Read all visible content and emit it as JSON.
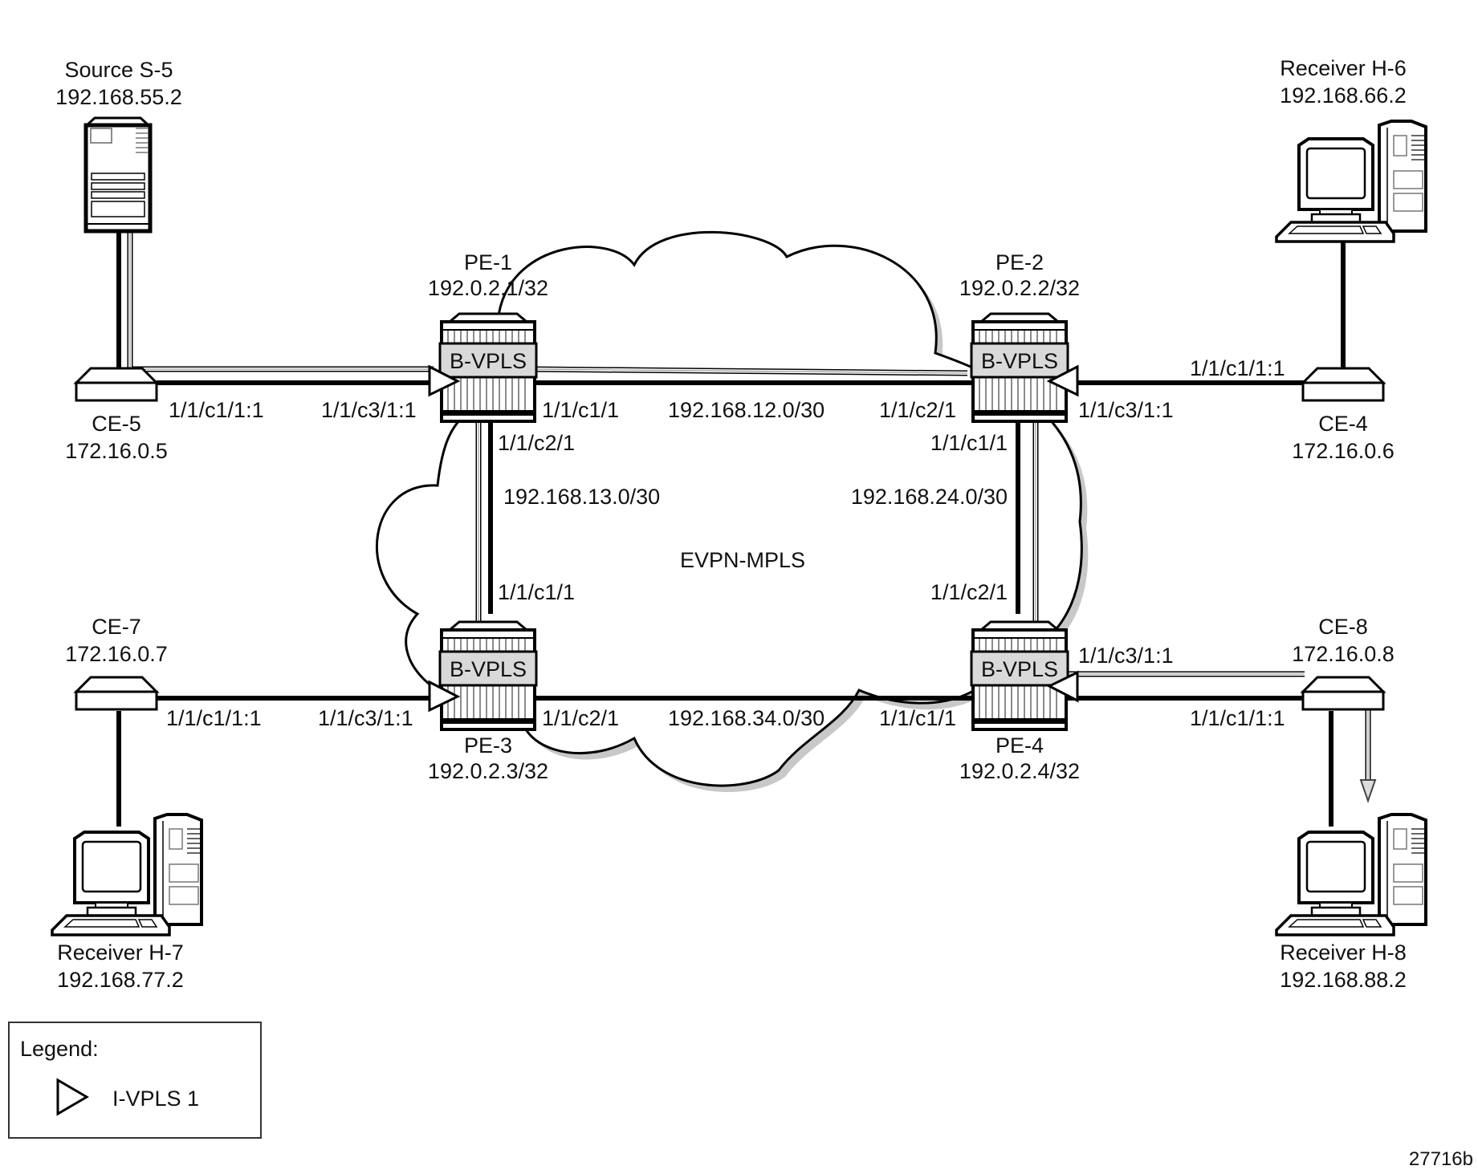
{
  "diagram": {
    "figure_id": "27716b",
    "cloud_label": "EVPN-MPLS",
    "service_box_label": "B-VPLS",
    "colors": {
      "line": "#000000",
      "service_box_fill": "#d9d9d9",
      "multicast_path": "#999999",
      "cloud_shadow": "#c8c8c8"
    }
  },
  "nodes": {
    "source_s5": {
      "name": "Source S-5",
      "address": "192.168.55.2",
      "icon": "server-icon"
    },
    "receiver_h6": {
      "name": "Receiver H-6",
      "address": "192.168.66.2",
      "icon": "workstation-icon"
    },
    "receiver_h7": {
      "name": "Receiver H-7",
      "address": "192.168.77.2",
      "icon": "workstation-icon"
    },
    "receiver_h8": {
      "name": "Receiver H-8",
      "address": "192.168.88.2",
      "icon": "workstation-icon"
    },
    "ce5": {
      "name": "CE-5",
      "address": "172.16.0.5",
      "icon": "switch-icon"
    },
    "ce4": {
      "name": "CE-4",
      "address": "172.16.0.6",
      "icon": "switch-icon"
    },
    "ce7": {
      "name": "CE-7",
      "address": "172.16.0.7",
      "icon": "switch-icon"
    },
    "ce8": {
      "name": "CE-8",
      "address": "172.16.0.8",
      "icon": "switch-icon"
    },
    "pe1": {
      "name": "PE-1",
      "address": "192.0.2.1/32",
      "icon": "router-icon"
    },
    "pe2": {
      "name": "PE-2",
      "address": "192.0.2.2/32",
      "icon": "router-icon"
    },
    "pe3": {
      "name": "PE-3",
      "address": "192.0.2.3/32",
      "icon": "router-icon"
    },
    "pe4": {
      "name": "PE-4",
      "address": "192.0.2.4/32",
      "icon": "router-icon"
    }
  },
  "links": {
    "ce5_pe1": {
      "ce_port": "1/1/c1/1:1",
      "pe_port": "1/1/c3/1:1"
    },
    "ce4_pe2": {
      "ce_port": "1/1/c1/1:1",
      "pe_port": "1/1/c3/1:1"
    },
    "ce7_pe3": {
      "ce_port": "1/1/c1/1:1",
      "pe_port": "1/1/c3/1:1"
    },
    "ce8_pe4": {
      "ce_port": "1/1/c1/1:1",
      "pe_port": "1/1/c3/1:1"
    },
    "pe1_pe2": {
      "subnet": "192.168.12.0/30",
      "a_port": "1/1/c1/1",
      "b_port": "1/1/c2/1"
    },
    "pe1_pe3": {
      "subnet": "192.168.13.0/30",
      "a_port": "1/1/c2/1",
      "b_port": "1/1/c1/1"
    },
    "pe2_pe4": {
      "subnet": "192.168.24.0/30",
      "a_port": "1/1/c1/1",
      "b_port": "1/1/c2/1"
    },
    "pe3_pe4": {
      "subnet": "192.168.34.0/30",
      "a_port": "1/1/c2/1",
      "b_port": "1/1/c1/1"
    }
  },
  "legend": {
    "title": "Legend:",
    "items": [
      {
        "symbol": "triangle-icon",
        "label": "I-VPLS 1"
      }
    ]
  }
}
